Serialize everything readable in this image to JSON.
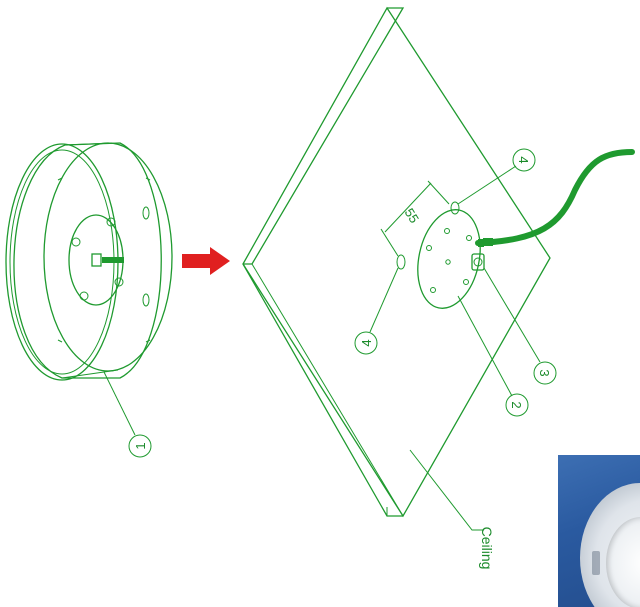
{
  "labels": {
    "fixture": "1",
    "plate": "2",
    "nut": "3",
    "hole_left": "4",
    "hole_top": "4",
    "ceiling": "Ceiling",
    "dimension": "55"
  },
  "colors": {
    "line": "#1f9a2f",
    "cable": "#1f9a2f",
    "arrow": "#e02020",
    "photo_background": "#2f62a8"
  },
  "icons": {
    "arrow": "right-arrow-icon"
  }
}
